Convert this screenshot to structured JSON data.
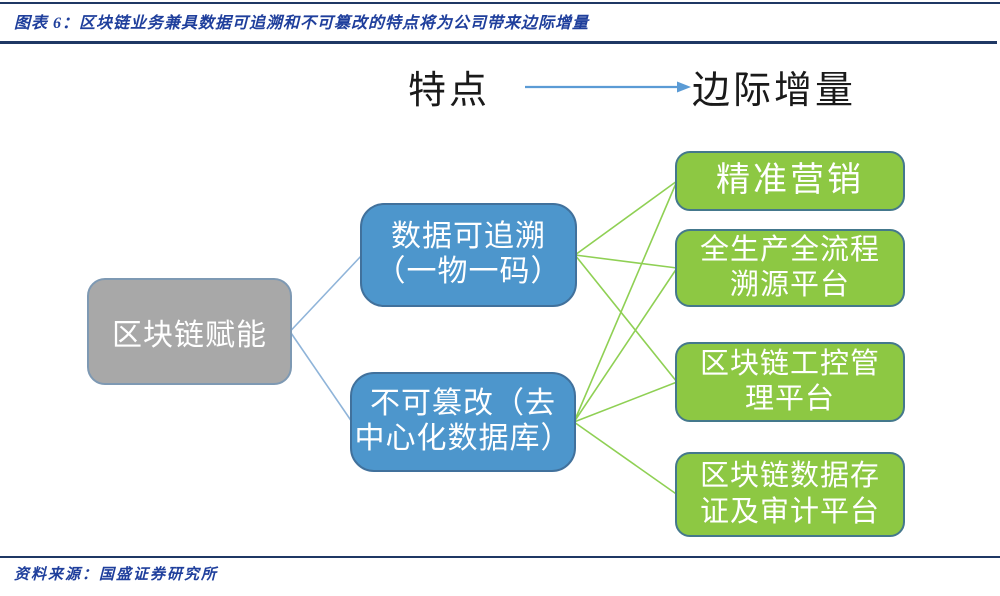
{
  "figure": {
    "caption": "图表 6：区块链业务兼具数据可追溯和不可篡改的特点将为公司带来边际增量",
    "source": "资料来源：国盛证券研究所"
  },
  "diagram": {
    "column_headers": {
      "features": "特点",
      "increments": "边际增量"
    },
    "root": {
      "label": "区块链赋能"
    },
    "features": [
      {
        "label": "数据可追溯\n（一物一码）"
      },
      {
        "label": "不可篡改（去\n中心化数据库）"
      }
    ],
    "increments": [
      {
        "label": "精准营销"
      },
      {
        "label": "全生产全流程\n溯源平台"
      },
      {
        "label": "区块链工控管\n理平台"
      },
      {
        "label": "区块链数据存\n证及审计平台"
      }
    ],
    "edges": [
      {
        "from": "root",
        "to": "feature-0",
        "color": "blue"
      },
      {
        "from": "root",
        "to": "feature-1",
        "color": "blue"
      },
      {
        "from": "feature-0",
        "to": "increment-0",
        "color": "green"
      },
      {
        "from": "feature-0",
        "to": "increment-1",
        "color": "green"
      },
      {
        "from": "feature-0",
        "to": "increment-2",
        "color": "green"
      },
      {
        "from": "feature-1",
        "to": "increment-0",
        "color": "green"
      },
      {
        "from": "feature-1",
        "to": "increment-1",
        "color": "green"
      },
      {
        "from": "feature-1",
        "to": "increment-2",
        "color": "green"
      },
      {
        "from": "feature-1",
        "to": "increment-3",
        "color": "green"
      }
    ],
    "colors": {
      "root_fill": "#A8A8A8",
      "root_border": "#7E99B3",
      "feature_fill": "#4D96CC",
      "feature_border": "#41719C",
      "increment_fill": "#8DC843",
      "increment_border": "#44788C",
      "connector_blue": "#8FB4D9",
      "connector_green": "#8FD054",
      "arrow": "#5B9BD5",
      "accent_navy": "#1F3864",
      "caption_text": "#1F3F9C"
    }
  }
}
